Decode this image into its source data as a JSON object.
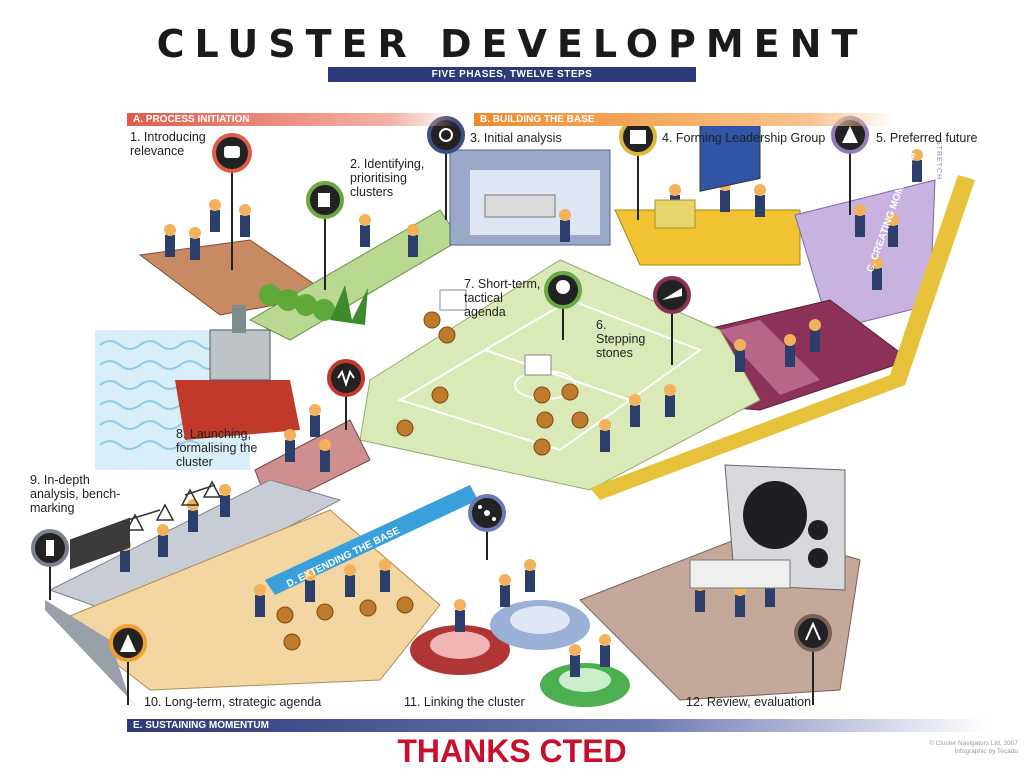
{
  "title": "CLUSTER DEVELOPMENT",
  "subtitle": "FIVE PHASES, TWELVE STEPS",
  "phases": {
    "a": "A. PROCESS INITIATION",
    "b": "B. BUILDING THE BASE",
    "c": "C. CREATING MOMENTUM",
    "d": "D. EXTENDING THE BASE",
    "e": "E. SUSTAINING MOMENTUM"
  },
  "stretch": "STRETCH",
  "steps": {
    "s1": "1. Introducing relevance",
    "s2": "2. Identifying, prioritising clusters",
    "s3": "3. Initial analysis",
    "s4": "4. Forming Leadership Group",
    "s5": "5. Preferred future",
    "s6": "6. Stepping stones",
    "s7": "7. Short-term, tactical agenda",
    "s8": "8. Launching, formalising the cluster",
    "s9": "9. In-depth analysis, bench-marking",
    "s10": "10. Long-term, strategic agenda",
    "s11": "11. Linking the cluster",
    "s12": "12. Review, evaluation"
  },
  "footer": {
    "thanks": "THANKS CTED",
    "credit1": "© Cluster Navigators Ltd, 2007",
    "credit2": "Infographic by Tecado"
  },
  "colors": {
    "phase_a": "#e25a4a",
    "phase_b": "#f08a2c",
    "phase_c": "#e8c13a",
    "phase_d": "#3aa0dc",
    "phase_e": "#2b3a78",
    "thanks": "#c8102e"
  }
}
